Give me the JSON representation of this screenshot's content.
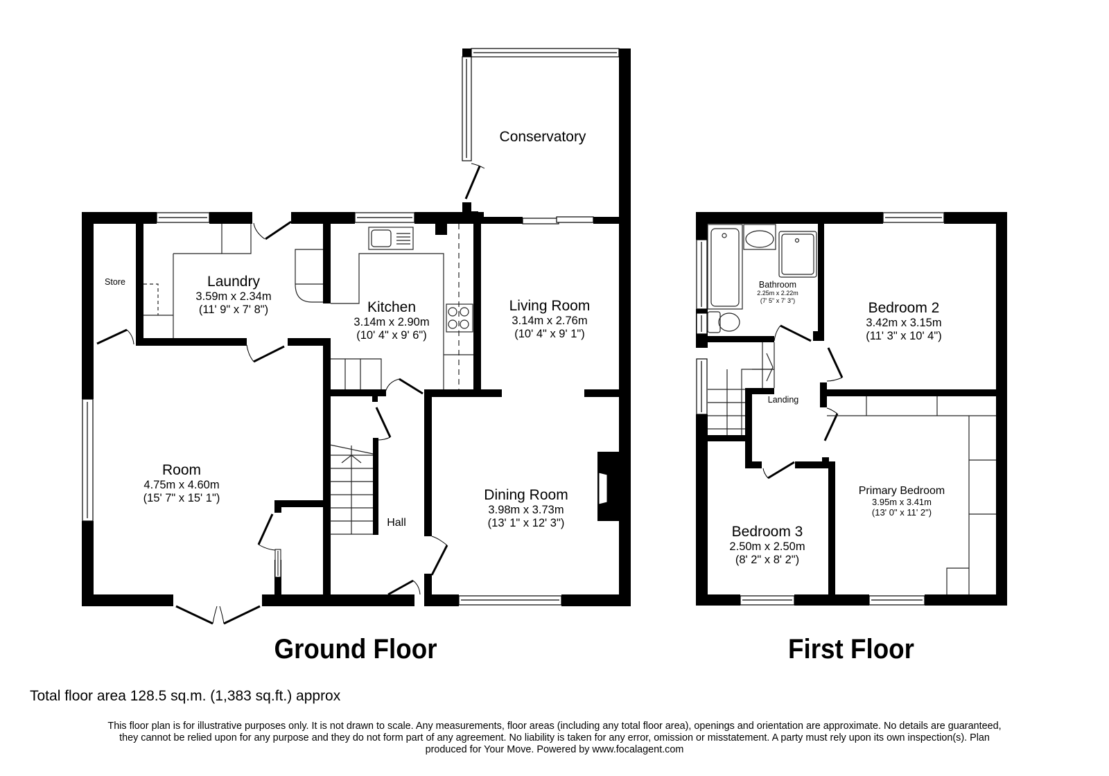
{
  "ground_floor": {
    "title": "Ground Floor",
    "rooms": {
      "conservatory": {
        "name": "Conservatory",
        "dims_m": "",
        "dims_ft": ""
      },
      "store": {
        "name": "Store"
      },
      "laundry": {
        "name": "Laundry",
        "dims_m": "3.59m x 2.34m",
        "dims_ft": "(11' 9\" x 7' 8\")"
      },
      "kitchen": {
        "name": "Kitchen",
        "dims_m": "3.14m x 2.90m",
        "dims_ft": "(10' 4\" x 9' 6\")"
      },
      "living_room": {
        "name": "Living Room",
        "dims_m": "3.14m x 2.76m",
        "dims_ft": "(10' 4\" x 9' 1\")"
      },
      "room": {
        "name": "Room",
        "dims_m": "4.75m x 4.60m",
        "dims_ft": "(15' 7\" x 15' 1\")"
      },
      "hall": {
        "name": "Hall"
      },
      "dining_room": {
        "name": "Dining Room",
        "dims_m": "3.98m x 3.73m",
        "dims_ft": "(13' 1\" x 12' 3\")"
      }
    }
  },
  "first_floor": {
    "title": "First Floor",
    "rooms": {
      "bathroom": {
        "name": "Bathroom",
        "dims_m": "2.25m x 2.22m",
        "dims_ft": "(7' 5\" x 7' 3\")"
      },
      "bedroom_2": {
        "name": "Bedroom 2",
        "dims_m": "3.42m x 3.15m",
        "dims_ft": "(11' 3\" x 10' 4\")"
      },
      "landing": {
        "name": "Landing"
      },
      "bedroom_3": {
        "name": "Bedroom 3",
        "dims_m": "2.50m x 2.50m",
        "dims_ft": "(8' 2\" x 8' 2\")"
      },
      "primary_bedroom": {
        "name": "Primary Bedroom",
        "dims_m": "3.95m x 3.41m",
        "dims_ft": "(13' 0\" x 11' 2\")"
      }
    }
  },
  "footer": {
    "total_area": "Total floor area 128.5 sq.m. (1,383 sq.ft.) approx",
    "disclaimer_line1": "This floor plan is for illustrative purposes only. It is not drawn to scale. Any measurements, floor areas (including any total floor area), openings and orientation are approximate. No details are guaranteed,",
    "disclaimer_line2": "they cannot be relied upon for any purpose and they do not form part of any agreement. No liability is taken for any error, omission or misstatement. A party must rely upon its own inspection(s).  Plan",
    "disclaimer_line3": "produced for Your Move. Powered by www.focalagent.com"
  },
  "colors": {
    "wall": "#000000",
    "background": "#ffffff",
    "fixture_line": "#333333"
  }
}
